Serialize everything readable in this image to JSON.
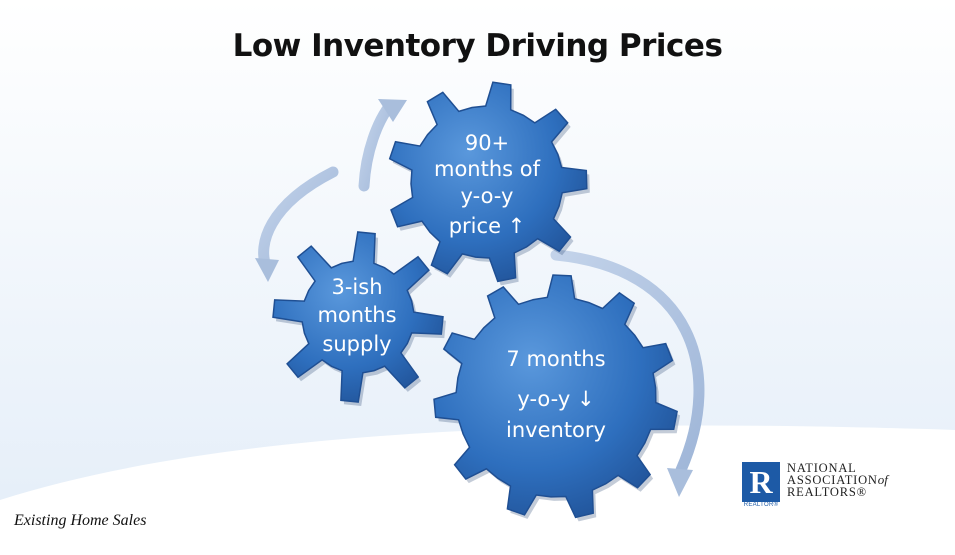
{
  "slide": {
    "title": "Low Inventory Driving Prices",
    "footer": "Existing Home Sales"
  },
  "gears": [
    {
      "lines": [
        "90+",
        "months of",
        "y-o-y",
        "price ↑"
      ]
    },
    {
      "lines": [
        "3-ish",
        "months",
        "supply"
      ]
    },
    {
      "lines": [
        "7 months",
        "y-o-y ↓",
        "inventory"
      ]
    }
  ],
  "logo": {
    "letter": "R",
    "tag": "REALTOR®",
    "line1": "NATIONAL",
    "line2": "ASSOCIATION",
    "line2_suffix": "of",
    "line3": "REALTORS®"
  },
  "colors": {
    "gear": "#2e6fbe",
    "gear_dark": "#1f4f93",
    "arrow": "#a9bedc",
    "logo_blue": "#1d5aa6"
  }
}
